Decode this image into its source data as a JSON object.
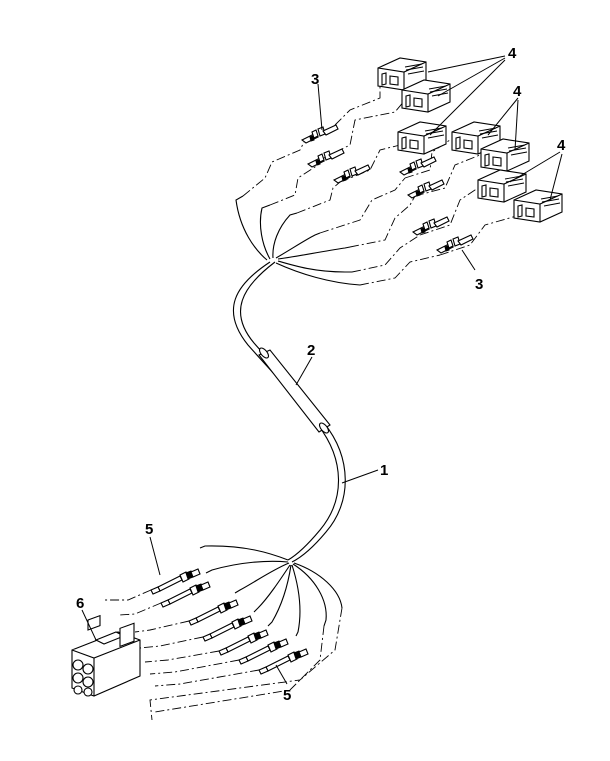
{
  "callouts": {
    "c1": "1",
    "c2": "2",
    "c3_top": "3",
    "c3_bottom": "3",
    "c4_a": "4",
    "c4_b": "4",
    "c4_c": "4",
    "c5_top": "5",
    "c5_bottom": "5",
    "c6": "6"
  }
}
